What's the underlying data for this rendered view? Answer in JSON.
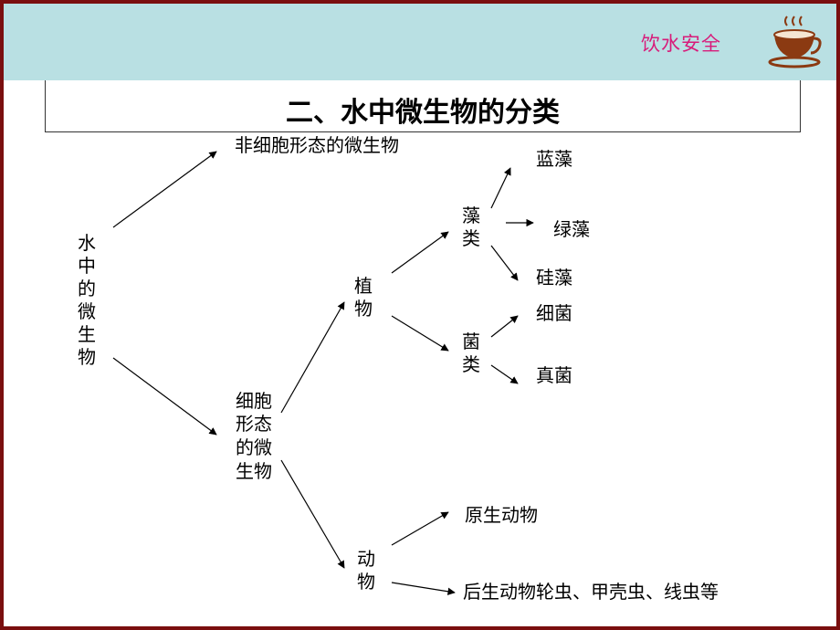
{
  "header": {
    "brand": "饮水安全",
    "title": "二、水中微生物的分类"
  },
  "diagram": {
    "root": "水中的微生物",
    "non_cellular": "非细胞形态的微生物",
    "cellular_l1": "细胞",
    "cellular_l2": "形态",
    "cellular_l3": "的微",
    "cellular_l4": "生物",
    "plants": "植物",
    "algae": "藻类",
    "blue_algae": "蓝藻",
    "green_algae": "绿藻",
    "diatoms": "硅藻",
    "fungi_group": "菌类",
    "bacteria": "细菌",
    "true_fungi": "真菌",
    "animals": "动物",
    "protozoa": "原生动物",
    "metazoa": "后生动物轮虫、甲壳虫、线虫等"
  },
  "icons": {
    "logo": "coffee-cup-icon",
    "arrow": "arrow-icon"
  },
  "colors": {
    "band": "#b9e0e3",
    "border": "#7a0f0f",
    "brand": "#d81b7a",
    "cup": "#8b3a12"
  }
}
